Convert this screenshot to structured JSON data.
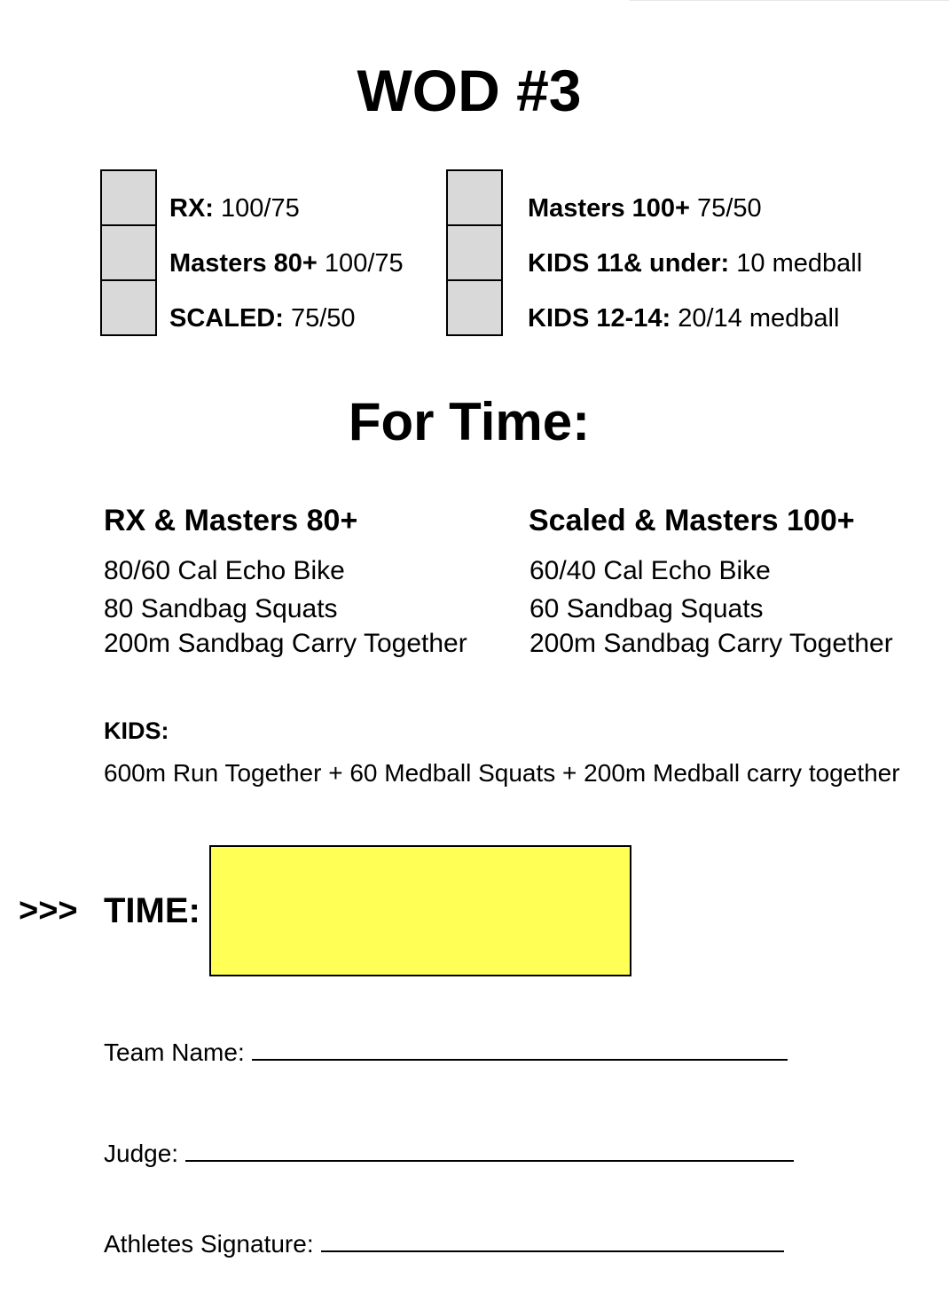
{
  "title": "WOD #3",
  "categories_left": [
    {
      "bold": "RX:",
      "rest": " 100/75"
    },
    {
      "bold": "Masters 80+",
      "rest": " 100/75"
    },
    {
      "bold": "SCALED:",
      "rest": " 75/50"
    }
  ],
  "categories_right": [
    {
      "bold": "Masters 100+",
      "rest": " 75/50"
    },
    {
      "bold": "KIDS 11& under:",
      "rest": " 10 medball"
    },
    {
      "bold": "KIDS 12-14:",
      "rest": " 20/14 medball"
    }
  ],
  "for_time": "For Time:",
  "column_left": {
    "heading": "RX & Masters 80+",
    "movements": [
      "80/60 Cal Echo Bike",
      "80 Sandbag Squats",
      "200m Sandbag Carry Together"
    ]
  },
  "column_right": {
    "heading": "Scaled & Masters 100+",
    "movements": [
      "60/40 Cal Echo Bike",
      "60 Sandbag Squats",
      "200m Sandbag Carry Together"
    ]
  },
  "kids": {
    "heading": "KIDS:",
    "text": "600m Run Together + 60 Medball Squats + 200m Medball carry together"
  },
  "time": {
    "arrows": ">>>",
    "label": "TIME:",
    "box_color": "#ffff55"
  },
  "signatures": {
    "team_name": "Team Name:",
    "judge": "Judge:",
    "athletes_signature": "Athletes Signature:"
  }
}
